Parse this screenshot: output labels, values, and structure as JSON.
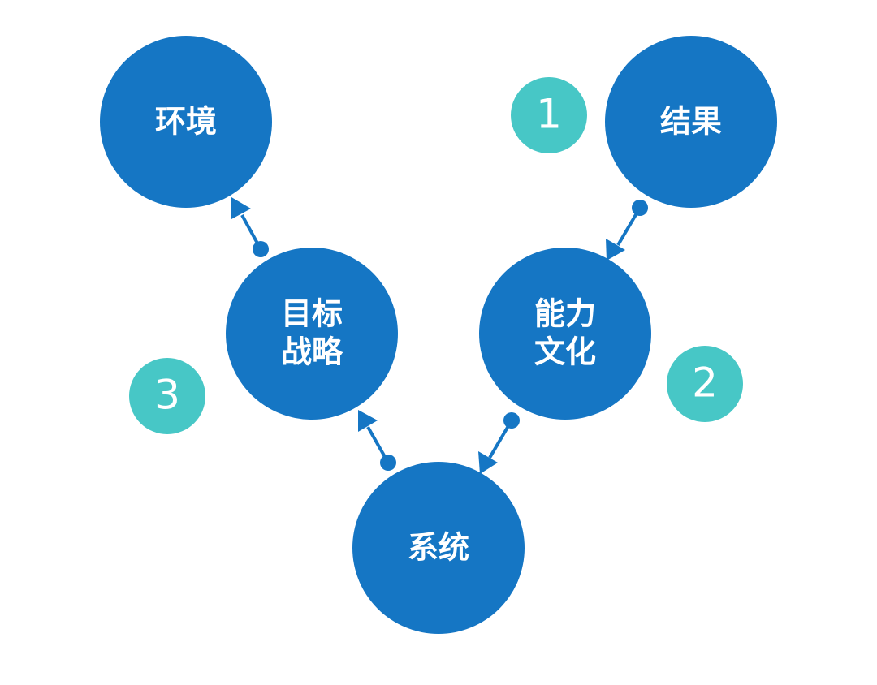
{
  "colors": {
    "node": "#1576c4",
    "badge": "#47c7c6",
    "text": "#ffffff"
  },
  "nodes": {
    "environment": {
      "line1": "环境"
    },
    "result": {
      "line1": "结果"
    },
    "strategy": {
      "line1": "目标",
      "line2": "战略"
    },
    "capability": {
      "line1": "能力",
      "line2": "文化"
    },
    "system": {
      "line1": "系统"
    }
  },
  "badges": {
    "one": "1",
    "two": "2",
    "three": "3"
  }
}
